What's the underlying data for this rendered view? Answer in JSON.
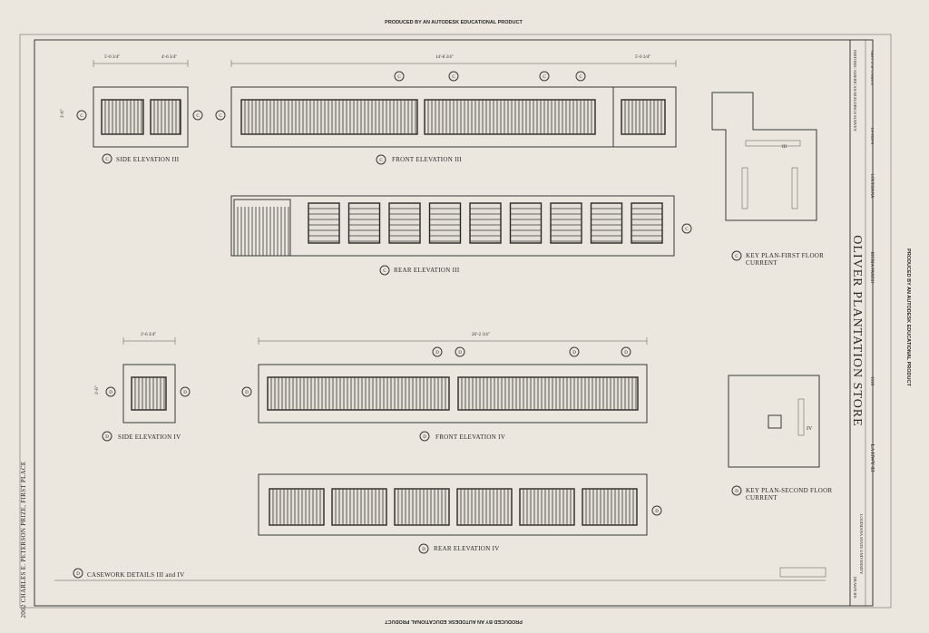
{
  "watermark_top": "PRODUCED BY AN AUTODESK EDUCATIONAL PRODUCT",
  "watermark_bottom": "PRODUCED BY AN AUTODESK EDUCATIONAL PRODUCT",
  "watermark_right": "PRODUCED BY AN AUTODESK EDUCATIONAL PRODUCT",
  "prize_note": "2002 CHARLES E. PETERSON PRIZE, FIRST PLACE",
  "views": {
    "side_elev_3": "SIDE ELEVATION III",
    "front_elev_3": "FRONT ELEVATION III",
    "rear_elev_3": "REAR ELEVATION III",
    "key_plan_1": "KEY PLAN-FIRST FLOOR",
    "key_plan_1_sub": "CURRENT",
    "side_elev_4": "SIDE ELEVATION IV",
    "front_elev_4": "FRONT ELEVATION IV",
    "rear_elev_4": "REAR ELEVATION IV",
    "key_plan_2": "KEY PLAN-SECOND FLOOR",
    "key_plan_2_sub": "CURRENT",
    "casework": "CASEWORK DETAILS III and IV"
  },
  "markers": {
    "c": "C",
    "d": "D",
    "sheet": "1"
  },
  "plan_labels": {
    "room_3": "III",
    "room_4": "IV"
  },
  "dimensions": {
    "d1": "5'-0 3/4\"",
    "d2": "4'-6 3/4\"",
    "d3": "14'-8 3/4\"",
    "d4": "5'-0 3/4\"",
    "d5": "3'-6 3/4\"",
    "d6": "26'-2 3/4\"",
    "h1": "3'-6\"",
    "h2": "3'-6\""
  },
  "title_block": {
    "title": "OLIVER PLANTATION STORE",
    "year": "1918",
    "parish": "IBERIA PARISH",
    "state": "LOUISIANA",
    "address": "LA HWY 83",
    "survey": "HISTORIC AMERICAN BUILDINGS SURVEY",
    "survey_no": "LA-1325-A",
    "sheet": "SHEET 12 OF 13 SHEETS",
    "university": "LOUISIANA STATE UNIVERSITY",
    "drawn_by": "DRAWN BY:"
  }
}
